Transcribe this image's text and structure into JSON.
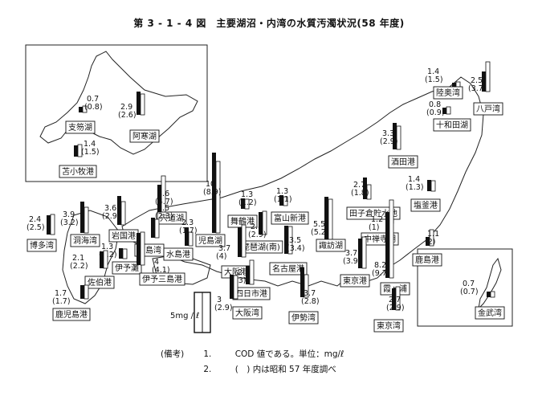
{
  "title": "第 3 - 1 - 4 図　主要湖沼・内湾の水質汚濁状況(58 年度)",
  "scale_label": "5mg / ℓ",
  "notes": {
    "header": "(備考)",
    "items": [
      {
        "num": "1.",
        "text": "COD 値である。単位：mg/ℓ"
      },
      {
        "num": "2.",
        "text": "(　) 内は昭和 57 年度調べ"
      }
    ]
  },
  "chart_data": {
    "type": "bar",
    "unit": "mg/ℓ",
    "scale_bar_value": 5,
    "series": [
      {
        "name": "58 年度"
      },
      {
        "name": "57 年度"
      }
    ],
    "sites": [
      {
        "name": "支笏湖",
        "v58": 0.7,
        "v57": 0.8
      },
      {
        "name": "阿寒湖",
        "v58": 2.9,
        "v57": 2.6
      },
      {
        "name": "苫小牧港",
        "v58": 1.4,
        "v57": 1.5
      },
      {
        "name": "陸奥湾",
        "v58": 1.4,
        "v57": 1.5
      },
      {
        "name": "八戸湾",
        "v58": 2.5,
        "v57": 3.7
      },
      {
        "name": "十和田湖",
        "v58": 0.8,
        "v57": 0.9
      },
      {
        "name": "酒田港",
        "v58": 3.3,
        "v57": 2.9
      },
      {
        "name": "田子倉貯水池",
        "v58": 2.7,
        "v57": 1.8
      },
      {
        "name": "塩釜港",
        "v58": 1.4,
        "v57": 1.3
      },
      {
        "name": "富山新港",
        "v58": 1.3,
        "v57": 1.1
      },
      {
        "name": "舞鶴港",
        "v58": 1.3,
        "v57": 1.2
      },
      {
        "name": "宍道湖",
        "v58": 3.6,
        "v57": 4.7
      },
      {
        "name": "児島湖",
        "v58": 10,
        "v57": 8.9
      },
      {
        "name": "中禅寺湖",
        "v58": 1.2,
        "v57": 1.0
      },
      {
        "name": "鹿島港",
        "v58": 1.1,
        "v57": 2.0
      },
      {
        "name": "諏訪湖",
        "v58": 5.5,
        "v57": 5.2
      },
      {
        "name": "琵琶湖(南)",
        "v58": 2.8,
        "v57": 2.9
      },
      {
        "name": "岩国港",
        "v58": 3.6,
        "v57": 2.9
      },
      {
        "name": "広島湾",
        "v58": 2.5,
        "v57": 2.3
      },
      {
        "name": "水島港",
        "v58": 2.3,
        "v57": 1.7
      },
      {
        "name": "博多湾",
        "v58": 2.4,
        "v57": 2.5
      },
      {
        "name": "洞海湾",
        "v58": 3.9,
        "v57": 3.2
      },
      {
        "name": "伊予灘",
        "v58": 1.3,
        "v57": 1.2
      },
      {
        "name": "伊予三島港",
        "v58": 4.0,
        "v57": 4.1
      },
      {
        "name": "大阪港",
        "v58": 3.7,
        "v57": 4.0
      },
      {
        "name": "名古屋港",
        "v58": 3.5,
        "v57": 3.4
      },
      {
        "name": "東京港",
        "v58": 3.7,
        "v57": 3.9
      },
      {
        "name": "霞ヶ浦",
        "v58": 8.2,
        "v57": 9.7
      },
      {
        "name": "佐伯港",
        "v58": 2.1,
        "v57": 2.2
      },
      {
        "name": "四日市港",
        "v58": 2.3,
        "v57": 3.0
      },
      {
        "name": "大阪湾",
        "v58": 3.0,
        "v57": 2.9
      },
      {
        "name": "伊勢湾",
        "v58": 3.7,
        "v57": 2.8
      },
      {
        "name": "東京湾",
        "v58": 2.7,
        "v57": 2.9
      },
      {
        "name": "鹿児島港",
        "v58": 1.7,
        "v57": 1.7
      },
      {
        "name": "金武湾",
        "v58": 0.7,
        "v57": 0.7
      }
    ]
  }
}
